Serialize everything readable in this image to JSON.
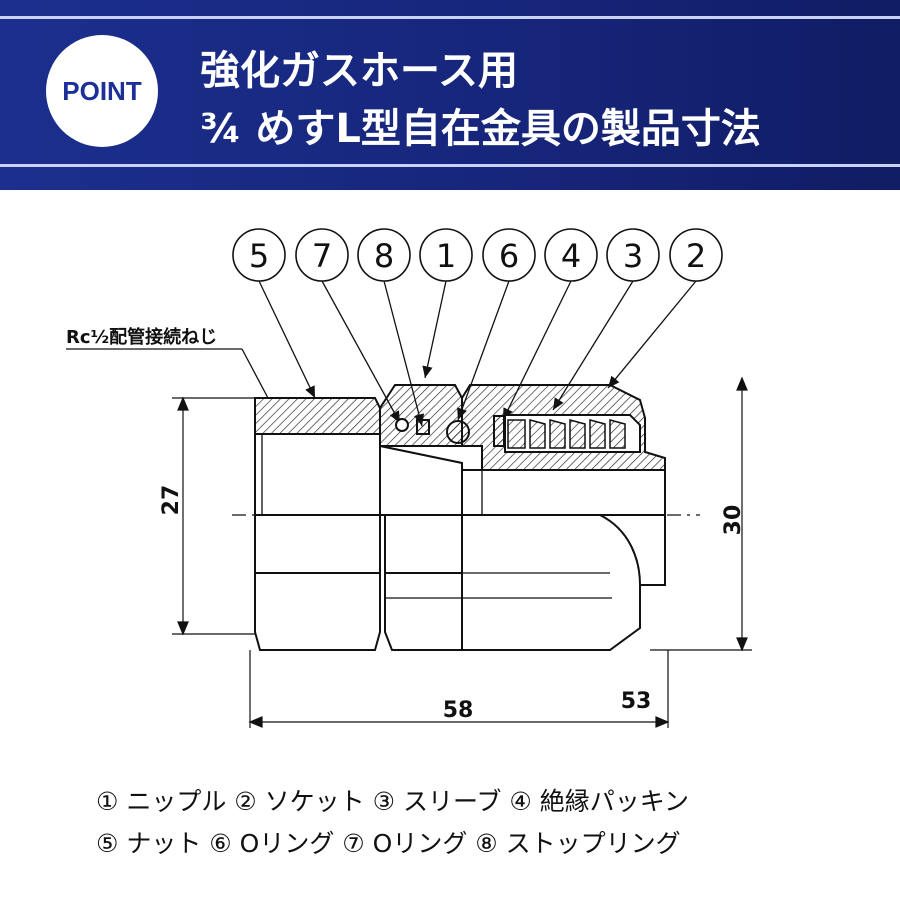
{
  "header": {
    "badge": "POINT",
    "title_line1": "強化ガスホース用",
    "title_line2": "¾ めすL型自在金具の製品寸法"
  },
  "callouts": [
    "5",
    "7",
    "8",
    "1",
    "6",
    "4",
    "3",
    "2"
  ],
  "annotation": "Rc½配管接続ねじ",
  "dimensions": {
    "height_left": "27",
    "height_right": "30",
    "length_total": "58",
    "length_inner": "53"
  },
  "legend": {
    "line1": "① ニップル ② ソケット ③ スリーブ ④ 絶縁パッキン",
    "line2": "⑤ ナット ⑥ Oリング ⑦ Oリング ⑧ ストップリング"
  },
  "colors": {
    "banner": "#16257a",
    "badge_text": "#1d2f99"
  }
}
